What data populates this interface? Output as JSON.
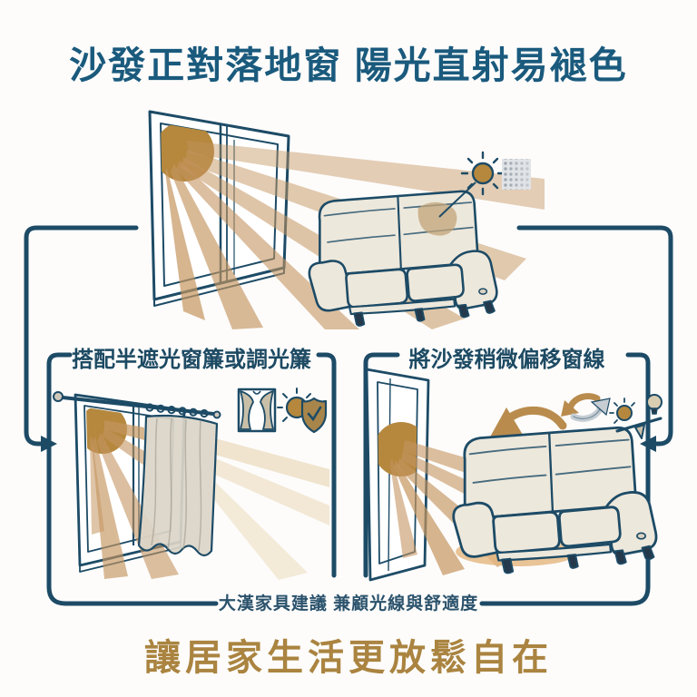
{
  "header": {
    "title": "沙發正對落地窗 陽光直射易褪色"
  },
  "problem_section": {
    "description_icons": [
      "sun-icon",
      "fade-swatch-icon"
    ]
  },
  "solutions": {
    "left": {
      "title": "搭配半遮光窗簾或調光簾",
      "icons": [
        "curtain-icon",
        "sun-shield-check-icon"
      ]
    },
    "right": {
      "title": "將沙發稍微偏移窗線",
      "icons": [
        "rotate-arrows-icon",
        "light-comfort-balance-icon"
      ]
    }
  },
  "footer": {
    "note": "大漢家具建議 兼顧光線與舒適度",
    "slogan": "讓居家生活更放鬆自在"
  },
  "colors": {
    "navy_line": "#1d4b66",
    "title_blue": "#1a5a7d",
    "gold": "#aa8440",
    "sun": "#b5883e",
    "ray": "#c49560",
    "sofa_cream": "#ede8dc",
    "curtain": "#dbd5c8"
  }
}
